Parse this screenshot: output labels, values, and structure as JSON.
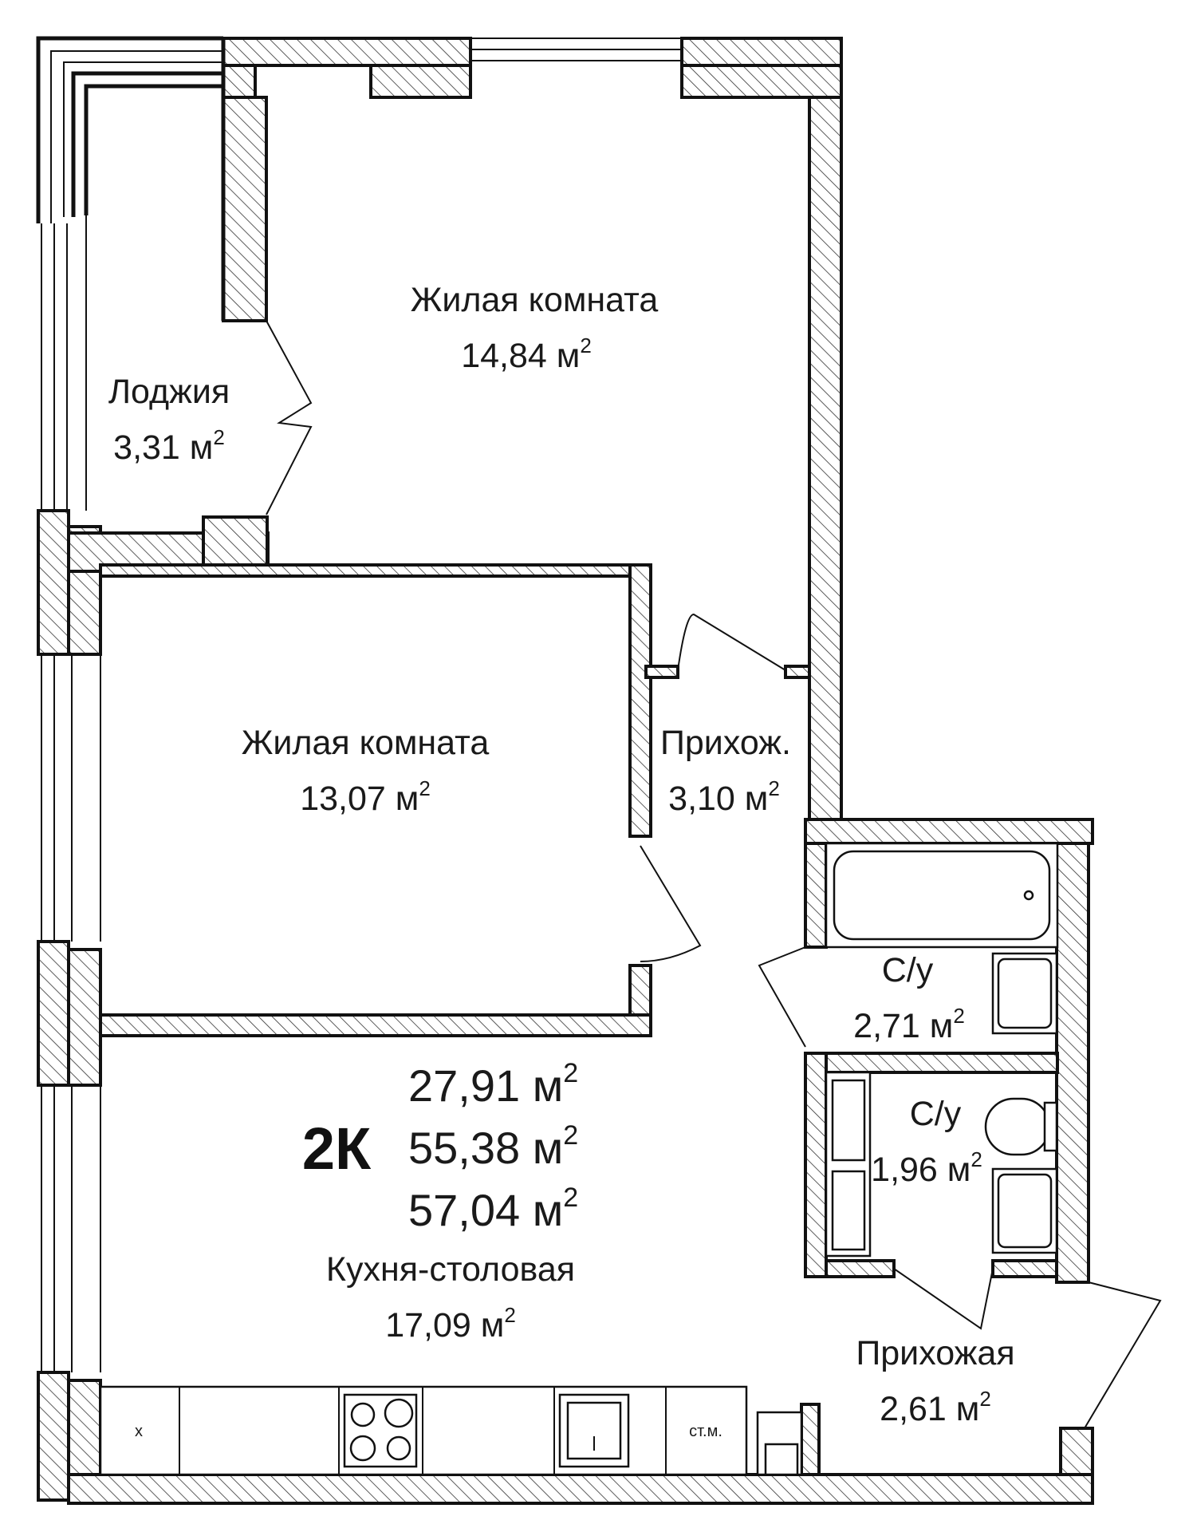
{
  "apartment": {
    "type_label": "2К",
    "totals": [
      {
        "value": "27,91 м",
        "sup": "2"
      },
      {
        "value": "55,38 м",
        "sup": "2"
      },
      {
        "value": "57,04 м",
        "sup": "2"
      }
    ]
  },
  "rooms": {
    "living_1": {
      "name": "Жилая комната",
      "area": "14,84 м",
      "sup": "2"
    },
    "loggia": {
      "name": "Лоджия",
      "area": "3,31 м",
      "sup": "2"
    },
    "living_2": {
      "name": "Жилая комната",
      "area": "13,07 м",
      "sup": "2"
    },
    "hall_small": {
      "name": "Прихож.",
      "area": "3,10 м",
      "sup": "2"
    },
    "bath_1": {
      "name": "С/у",
      "area": "2,71 м",
      "sup": "2"
    },
    "bath_2": {
      "name": "С/у",
      "area": "1,96 м",
      "sup": "2"
    },
    "kitchen": {
      "name": "Кухня-столовая",
      "area": "17,09 м",
      "sup": "2"
    },
    "hall": {
      "name": "Прихожая",
      "area": "2,61 м",
      "sup": "2"
    }
  },
  "kitchen_marks": {
    "left_mark": "x",
    "washer_mark": "ст.м."
  }
}
